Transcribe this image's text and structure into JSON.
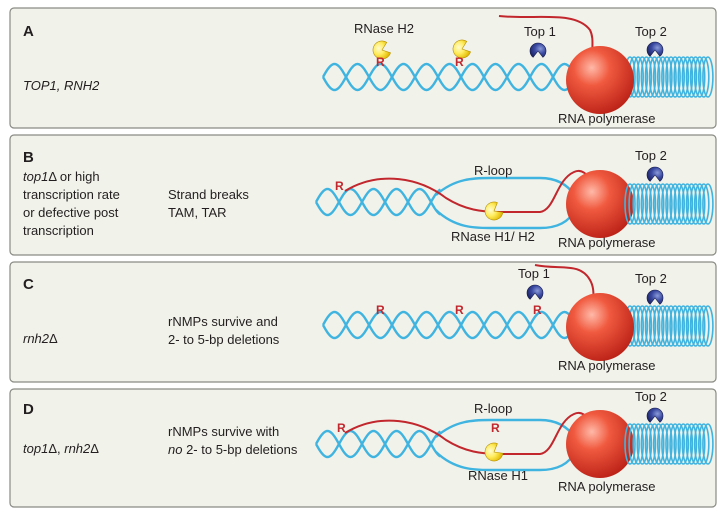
{
  "panels": [
    {
      "letter": "A",
      "genotype": [
        "TOP1, RNH2"
      ],
      "genotype_italic": true,
      "outcome": [],
      "labels": {
        "rnase_h2": "RNase H2",
        "top1": "Top 1",
        "top2": "Top 2",
        "rnap": "RNA polymerase"
      }
    },
    {
      "letter": "B",
      "genotype": [
        "top1Δ or high",
        "transcription rate",
        "or defective post",
        "transcription"
      ],
      "outcome": [
        "Strand breaks",
        "TAM, TAR"
      ],
      "labels": {
        "rloop": "R-loop",
        "rnase": "RNase H1/ H2",
        "top2": "Top 2",
        "rnap": "RNA polymerase"
      }
    },
    {
      "letter": "C",
      "genotype": [
        "rnh2Δ"
      ],
      "outcome": [
        "rNMPs survive and",
        "2- to 5-bp deletions"
      ],
      "labels": {
        "top1": "Top 1",
        "top2": "Top 2",
        "rnap": "RNA polymerase"
      }
    },
    {
      "letter": "D",
      "genotype": [
        "top1Δ, rnh2Δ"
      ],
      "outcome_line1": "rNMPs survive with",
      "outcome_line2_italic": "no",
      "outcome_line2_rest": " 2- to 5-bp deletions",
      "labels": {
        "rloop": "R-loop",
        "rnase": "RNase H1",
        "top2": "Top 2",
        "rnap": "RNA polymerase"
      }
    }
  ],
  "marker_label": "R",
  "colors": {
    "panel_bg": "#f1f2ea",
    "panel_border": "#8a8a84",
    "dna": "#3fb4e0",
    "rna": "#c1272d",
    "rnap": "#e03a2c",
    "rnase": "#ffe35a",
    "topo": "#2f3d8f"
  }
}
